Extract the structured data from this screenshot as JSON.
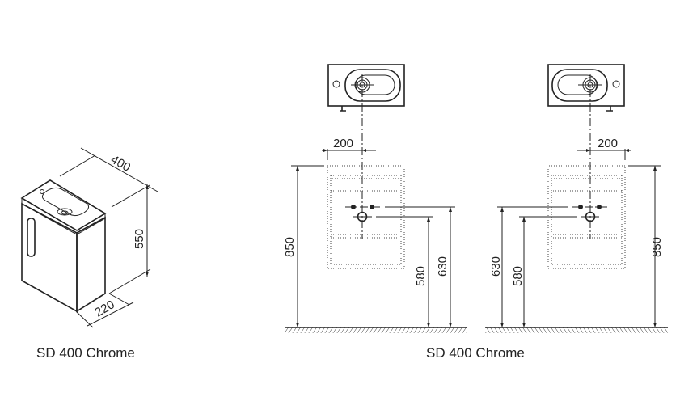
{
  "isometric": {
    "width": "400",
    "height": "550",
    "depth": "220",
    "caption": "SD 400 Chrome"
  },
  "front_views": {
    "caption": "SD 400 Chrome",
    "left": {
      "offset": "200",
      "total_height": "850",
      "drain_height": "580",
      "supply_height": "630"
    },
    "right": {
      "offset": "200",
      "total_height": "850",
      "drain_height": "580",
      "supply_height": "630"
    }
  }
}
